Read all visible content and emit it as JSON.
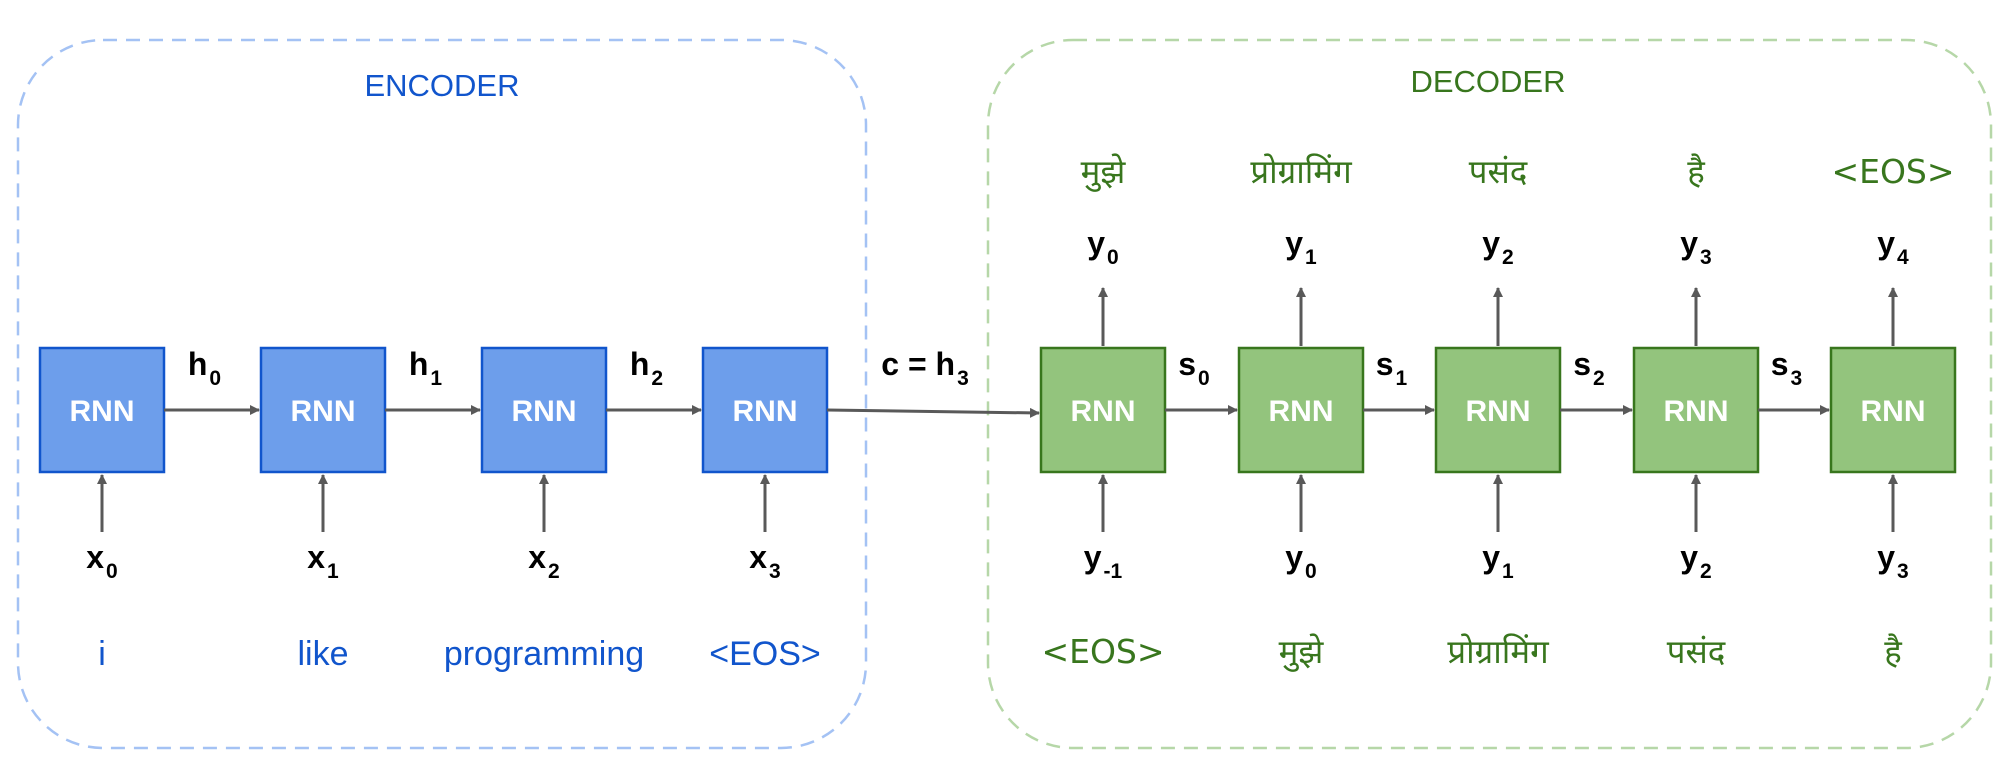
{
  "colors": {
    "encoder_fill": "#6d9eeb",
    "encoder_stroke": "#1155cc",
    "encoder_border": "#a4c2f4",
    "encoder_text": "#1155cc",
    "decoder_fill": "#93c47d",
    "decoder_stroke": "#38761d",
    "decoder_border": "#b6d7a8",
    "decoder_text": "#38761d",
    "arrow": "#595959"
  },
  "encoder": {
    "title": "ENCODER",
    "cell_label": "RNN",
    "inputs": [
      {
        "var": "x",
        "sub": "0",
        "word": "i"
      },
      {
        "var": "x",
        "sub": "1",
        "word": "like"
      },
      {
        "var": "x",
        "sub": "2",
        "word": "programming"
      },
      {
        "var": "x",
        "sub": "3",
        "word": "<EOS>"
      }
    ],
    "hidden": [
      {
        "var": "h",
        "sub": "0"
      },
      {
        "var": "h",
        "sub": "1"
      },
      {
        "var": "h",
        "sub": "2"
      }
    ]
  },
  "context": {
    "main": "c = h",
    "sub": "3"
  },
  "decoder": {
    "title": "DECODER",
    "cell_label": "RNN",
    "inputs": [
      {
        "var": "y",
        "sub": "-1",
        "word": "<EOS>"
      },
      {
        "var": "y",
        "sub": "0",
        "word": "मुझे"
      },
      {
        "var": "y",
        "sub": "1",
        "word": "प्रोग्रामिंग"
      },
      {
        "var": "y",
        "sub": "2",
        "word": "पसंद"
      },
      {
        "var": "y",
        "sub": "3",
        "word": "है"
      }
    ],
    "outputs": [
      {
        "var": "y",
        "sub": "0",
        "word": "मुझे"
      },
      {
        "var": "y",
        "sub": "1",
        "word": "प्रोग्रामिंग"
      },
      {
        "var": "y",
        "sub": "2",
        "word": "पसंद"
      },
      {
        "var": "y",
        "sub": "3",
        "word": "है"
      },
      {
        "var": "y",
        "sub": "4",
        "word": "<EOS>"
      }
    ],
    "states": [
      {
        "var": "s",
        "sub": "0"
      },
      {
        "var": "s",
        "sub": "1"
      },
      {
        "var": "s",
        "sub": "2"
      },
      {
        "var": "s",
        "sub": "3"
      }
    ]
  }
}
